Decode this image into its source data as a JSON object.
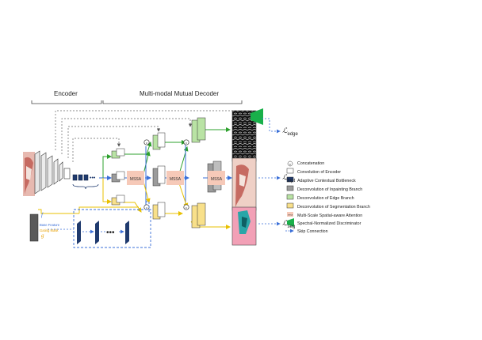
{
  "headers": {
    "encoder": "Encoder",
    "decoder": "Multi-modal Mutual Decoder"
  },
  "blocks": {
    "msssa_label": "MSSA",
    "concat_symbol": "c"
  },
  "inputs": {
    "base_feature": "Base Feature",
    "gating_mask": "Gating Mask",
    "f0": "f",
    "g0": "g"
  },
  "losses": {
    "edge": "ℒ",
    "edge_sub": "edge",
    "inpt": "ℒ",
    "inpt_sub": "inpt",
    "seg": "ℒ",
    "seg_sub": "seg"
  },
  "legend": {
    "concatenation": "Concatenation",
    "conv_encoder": "Convolution of Encoder",
    "acb": "Adaptive Contextual Bottleneck",
    "deconv_inpaint": "Deconvolution of Inpainting Branch",
    "deconv_edge": "Deconvolution of Edge Branch",
    "deconv_seg": "Deconvolution of Segmentation Branch",
    "msssa_swatch": "MSSA",
    "msssa": "Multi-Scale Spatial-aware Attention",
    "discriminator": "Spectral-Normalized Discriminator",
    "skip": "Skip Connection"
  },
  "colors": {
    "green": "#2ca02c",
    "yellow": "#e8c000",
    "blue": "#3a6fd8",
    "navy": "#1f3a6e",
    "msssa_fill": "#f6c9b8",
    "edge_block": "#b9e3a4",
    "seg_block": "#f8e08a",
    "inpaint_block": "#9b9b9b",
    "disc_green": "#19b04a"
  }
}
